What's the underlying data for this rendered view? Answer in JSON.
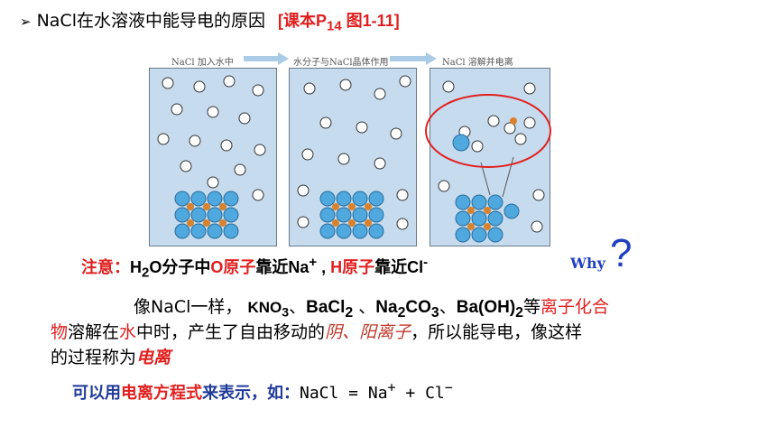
{
  "title": {
    "bullet": "➢",
    "text": "NaCl在水溶液中能导电的原因",
    "ref": "[课本P",
    "ref_sub": "14",
    "ref_tail": " 图1-11]"
  },
  "figure": {
    "captions": [
      "NaCl 加入水中",
      "水分子与NaCl晶体作用",
      "NaCl 溶解并电离"
    ]
  },
  "note": {
    "label": "注意：",
    "h2o_pre": "H",
    "h2o_sub": "2",
    "h2o_post": "O分子中",
    "o_atom": "O原子",
    "near1": "靠近Na",
    "plus": "+",
    "comma": " , ",
    "h_atom": "H原子",
    "near2": "靠近Cl",
    "minus": "-"
  },
  "why": "Why",
  "qmark": "?",
  "para": {
    "line1_prefix": "像NaCl一样，",
    "kno3": "KNO",
    "kno3_sub": "3",
    "sep1": "、",
    "bacl2": "BaCl",
    "bacl2_sub": "2",
    "sep2": " 、",
    "na2co3_a": "Na",
    "na2co3_sub1": "2",
    "na2co3_b": "CO",
    "na2co3_sub2": "3",
    "sep3": "、",
    "baoh2": "Ba(OH)",
    "baoh2_sub": "2",
    "deng": "等",
    "ionic1": "离子化合",
    "ionic2": "物",
    "line2_a": "溶解在",
    "water": "水",
    "line2_b": "中时，产生了自由移动的",
    "ions": "阴、阳离子",
    "line2_c": "，所以能导电，像这样",
    "line3_a": "的过程称为",
    "ionize": "电离"
  },
  "equation": {
    "a": "可以用",
    "b": "电离方程式",
    "c": "来表示，如：",
    "lhs": "NaCl = Na",
    "plus": "+",
    "mid": " + Cl",
    "minus": "−"
  }
}
